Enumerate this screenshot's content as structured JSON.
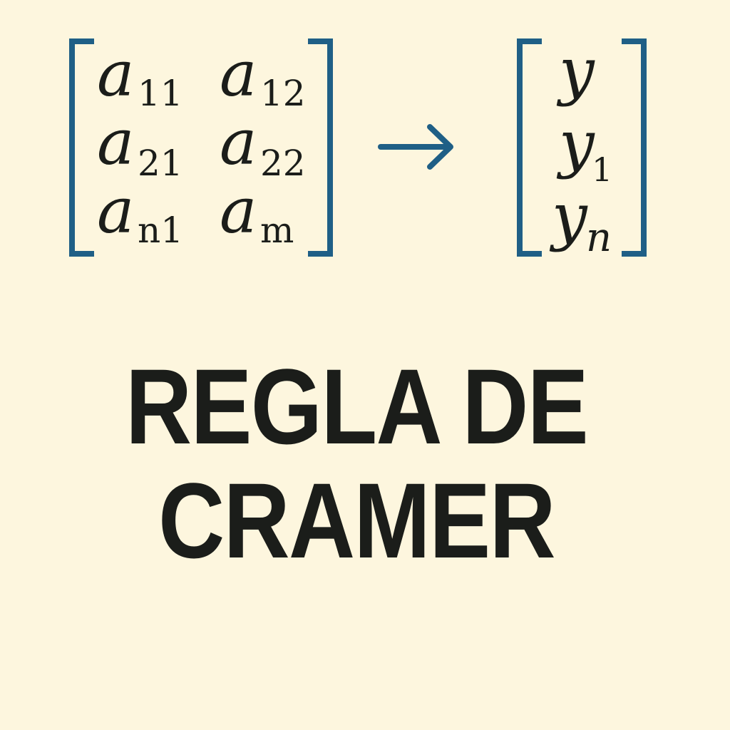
{
  "matrix_a": {
    "rows": [
      [
        {
          "base": "a",
          "sub": "11"
        },
        {
          "base": "a",
          "sub": "12"
        }
      ],
      [
        {
          "base": "a",
          "sub": "21"
        },
        {
          "base": "a",
          "sub": "22"
        }
      ],
      [
        {
          "base": "a",
          "sub": "n1"
        },
        {
          "base": "a",
          "sub": "m"
        }
      ]
    ]
  },
  "vector_y": {
    "rows": [
      {
        "base": "y",
        "sub": ""
      },
      {
        "base": "y",
        "sub": "1"
      },
      {
        "base": "y",
        "sub": "n"
      }
    ]
  },
  "arrow": {
    "icon": "right-arrow-icon"
  },
  "colors": {
    "background": "#fdf6de",
    "bracket": "#1f5f86",
    "text": "#1b1d1a"
  },
  "title": {
    "line1": "REGLA DE",
    "line2": "CRAMER"
  }
}
